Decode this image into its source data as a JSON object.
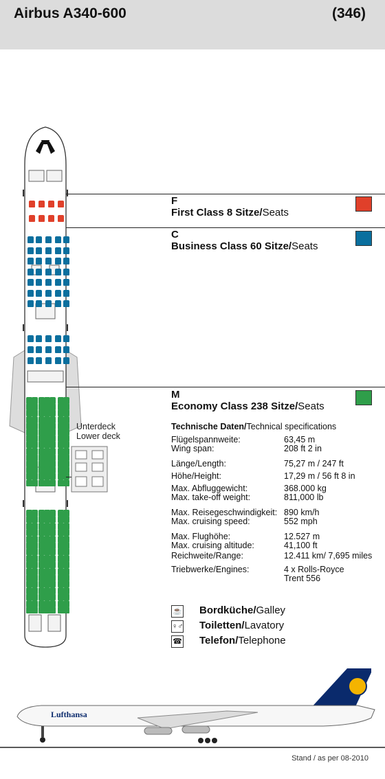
{
  "header": {
    "aircraft": "Airbus A340-600",
    "code": "(346)"
  },
  "classes": [
    {
      "letter": "F",
      "name": "First Class 8 Sitze/",
      "name_suffix": "Seats",
      "color": "#e0402a"
    },
    {
      "letter": "C",
      "name": "Business Class 60 Sitze/",
      "name_suffix": "Seats",
      "color": "#0a6f9e"
    },
    {
      "letter": "M",
      "name": "Economy Class 238 Sitze/",
      "name_suffix": "Seats",
      "color": "#2f9e4a"
    }
  ],
  "lower_deck": {
    "de": "Unterdeck",
    "en": "Lower deck"
  },
  "tech": {
    "title_bold": "Technische Daten/",
    "title_rest": "Technical specifications",
    "rows": [
      {
        "k1": "Flügelspannweite:",
        "k2": "Wing span:",
        "v1": "63,45 m",
        "v2": "208 ft 2 in"
      },
      {
        "k1": "Länge/Length:",
        "k2": "",
        "v1": "75,27 m / 247 ft",
        "v2": ""
      },
      {
        "k1": "Höhe/Height:",
        "k2": "",
        "v1": "17,29 m / 56 ft 8 in",
        "v2": ""
      },
      {
        "k1": "Max. Abfluggewicht:",
        "k2": "Max. take-off weight:",
        "v1": "368.000 kg",
        "v2": "811,000 lb"
      },
      {
        "k1": "Max. Reisegeschwindigkeit:",
        "k2": "Max. cruising speed:",
        "v1": "890 km/h",
        "v2": "552 mph"
      },
      {
        "k1": "Max. Flughöhe:",
        "k2": "Max. cruising altitude:",
        "v1": "12.527 m",
        "v2": "41,100 ft"
      },
      {
        "k1": "Reichweite/Range:",
        "k2": "",
        "v1": "12.411 km/ 7,695 miles",
        "v2": ""
      },
      {
        "k1": "Triebwerke/Engines:",
        "k2": "",
        "v1": "4 x Rolls-Royce",
        "v2": "Trent 556"
      }
    ]
  },
  "legend": [
    {
      "icon": "galley-icon",
      "bold": "Bordküche/",
      "rest": "Galley"
    },
    {
      "icon": "lavatory-icon",
      "bold": "Toiletten/",
      "rest": "Lavatory"
    },
    {
      "icon": "telephone-icon",
      "bold": "Telefon/",
      "rest": "Telephone"
    }
  ],
  "aircraft_livery": "Lufthansa",
  "footer": "Stand / as per 08-2010"
}
